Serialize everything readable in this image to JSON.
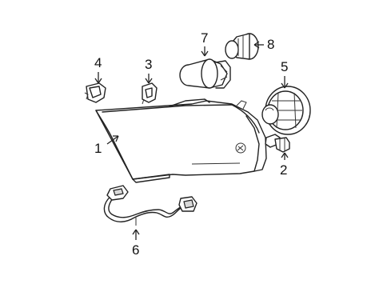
{
  "callouts": {
    "c1": "1",
    "c2": "2",
    "c3": "3",
    "c4": "4",
    "c5": "5",
    "c6": "6",
    "c7": "7",
    "c8": "8"
  },
  "icons": {
    "headlamp": "headlamp-assembly-icon",
    "bolt": "bolt-icon",
    "clip_3": "clip-icon",
    "clip_4": "bracket-clip-icon",
    "socket": "bulb-socket-icon",
    "harness": "wiring-harness-icon",
    "bulb": "headlamp-bulb-icon",
    "plug": "socket-plug-icon"
  }
}
